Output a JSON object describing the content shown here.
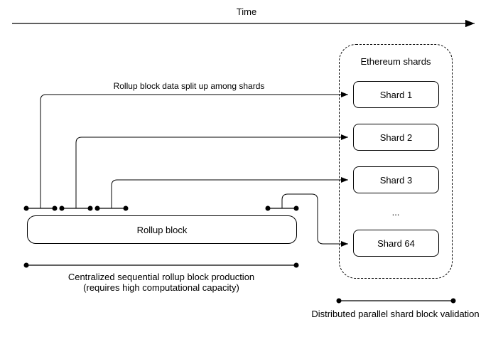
{
  "colors": {
    "stroke": "#000000",
    "background": "#ffffff",
    "text": "#000000"
  },
  "timeline": {
    "label": "Time"
  },
  "shards_panel": {
    "title": "Ethereum shards",
    "ellipsis": "...",
    "items": [
      {
        "label": "Shard 1"
      },
      {
        "label": "Shard 2"
      },
      {
        "label": "Shard 3"
      },
      {
        "label": "Shard 64"
      }
    ]
  },
  "rollup": {
    "split_label": "Rollup block data split up among shards",
    "block_label": "Rollup block"
  },
  "captions": {
    "production_line1": "Centralized sequential rollup block production",
    "production_line2": "(requires high computational capacity)",
    "validation": "Distributed parallel shard block validation"
  }
}
